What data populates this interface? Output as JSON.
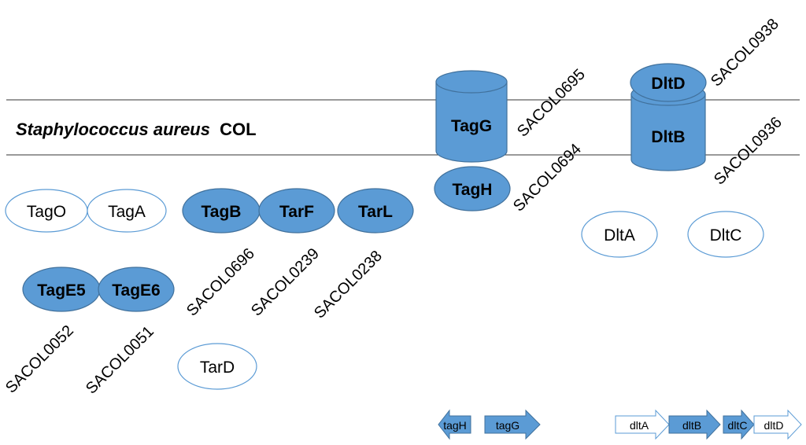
{
  "membrane": {
    "organism_italic": "Staphylococcus aureus",
    "organism_strain": "COL"
  },
  "colors": {
    "filled": "#5b9bd5",
    "stroke": "#41719c",
    "text": "#000000",
    "line": "#333333"
  },
  "proteins": {
    "tago": "TagO",
    "taga": "TagA",
    "tagb": "TagB",
    "tarf": "TarF",
    "tarl": "TarL",
    "tage5": "TagE5",
    "tage6": "TagE6",
    "tard": "TarD",
    "tagg": "TagG",
    "tagh": "TagH",
    "dltd": "DltD",
    "dltb": "DltB",
    "dlta": "DltA",
    "dltc": "DltC"
  },
  "locus_tags": {
    "tagb": "SACOL0696",
    "tarf": "SACOL0239",
    "tarl": "SACOL0238",
    "tage5": "SACOL0052",
    "tage6": "SACOL0051",
    "tagg": "SACOL0695",
    "tagh": "SACOL0694",
    "dltd": "SACOL0938",
    "dltb": "SACOL0936"
  },
  "genes": {
    "tagh": "tagH",
    "tagg": "tagG",
    "dlta": "dltA",
    "dltb": "dltB",
    "dltc": "dltC",
    "dltd": "dltD"
  }
}
